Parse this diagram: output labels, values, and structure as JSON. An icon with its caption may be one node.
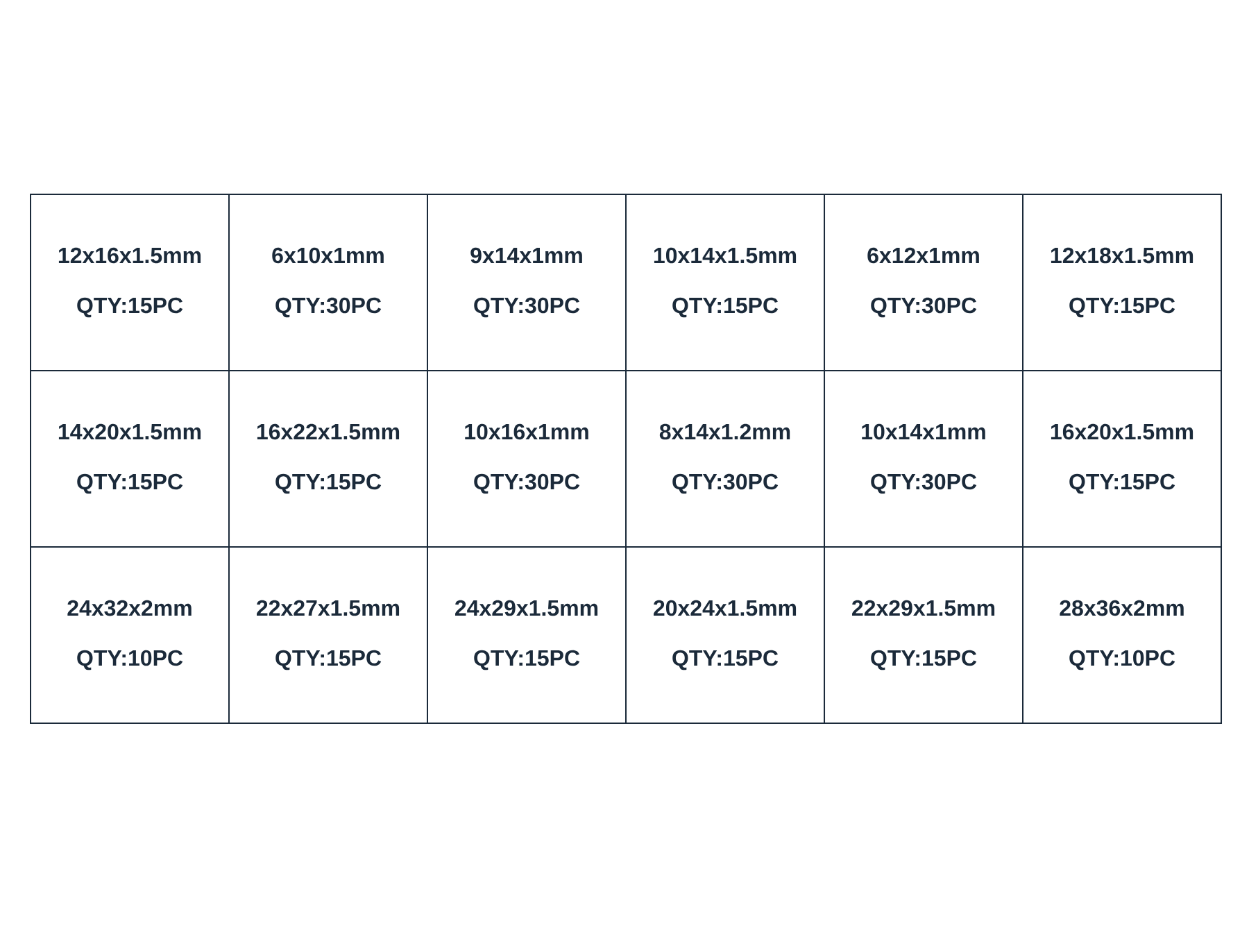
{
  "diagram": {
    "nodes": [
      {
        "text": [
          "12x16x1.5mm",
          "QTY:15PC"
        ]
      },
      {
        "text": [
          "6x10x1mm",
          "QTY:30PC"
        ]
      },
      {
        "text": [
          "9x14x1mm",
          "QTY:30PC"
        ]
      },
      {
        "text": [
          "10x14x1.5mm",
          "QTY:15PC"
        ]
      },
      {
        "text": [
          "6x12x1mm",
          "QTY:30PC"
        ]
      },
      {
        "text": [
          "12x18x1.5mm",
          "QTY:15PC"
        ]
      },
      {
        "text": [
          "14x20x1.5mm",
          "QTY:15PC"
        ]
      },
      {
        "text": [
          "16x22x1.5mm",
          "QTY:15PC"
        ]
      },
      {
        "text": [
          "10x16x1mm",
          "QTY:30PC"
        ]
      },
      {
        "text": [
          "8x14x1.2mm",
          "QTY:30PC"
        ]
      },
      {
        "text": [
          "10x14x1mm",
          "QTY:30PC"
        ]
      },
      {
        "text": [
          "16x20x1.5mm",
          "QTY:15PC"
        ]
      },
      {
        "text": [
          "24x32x2mm",
          "QTY:10PC"
        ]
      },
      {
        "text": [
          "22x27x1.5mm",
          "QTY:15PC"
        ]
      },
      {
        "text": [
          "24x29x1.5mm",
          "QTY:15PC"
        ]
      },
      {
        "text": [
          "20x24x1.5mm",
          "QTY:15PC"
        ]
      },
      {
        "text": [
          "22x29x1.5mm",
          "QTY:15PC"
        ]
      },
      {
        "text": [
          "28x36x2mm",
          "QTY:10PC"
        ]
      }
    ]
  }
}
